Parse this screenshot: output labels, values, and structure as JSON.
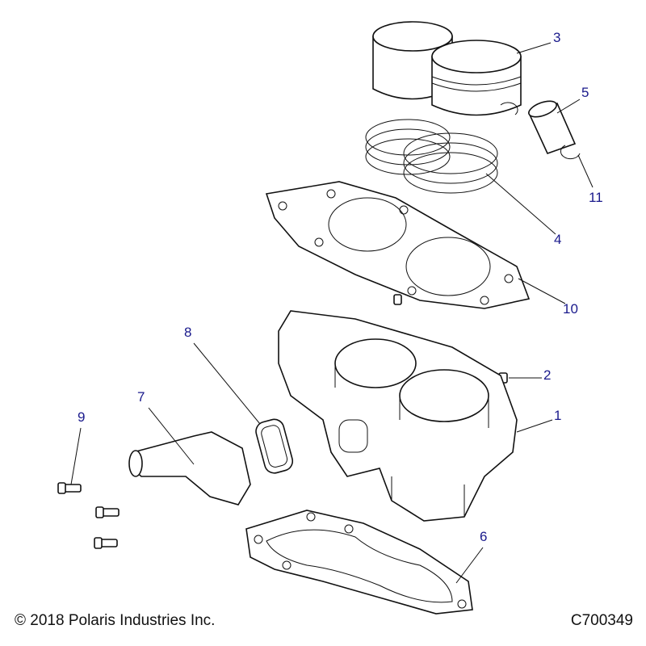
{
  "callouts": {
    "p1": "1",
    "p2": "2",
    "p3": "3",
    "p4": "4",
    "p5": "5",
    "p6": "6",
    "p7": "7",
    "p8": "8",
    "p9": "9",
    "p10": "10",
    "p11": "11"
  },
  "footer": {
    "copyright": "© 2018 Polaris Industries Inc.",
    "diagram_id": "C700349"
  },
  "colors": {
    "callout": "#1a1a8c",
    "line": "#111111"
  }
}
